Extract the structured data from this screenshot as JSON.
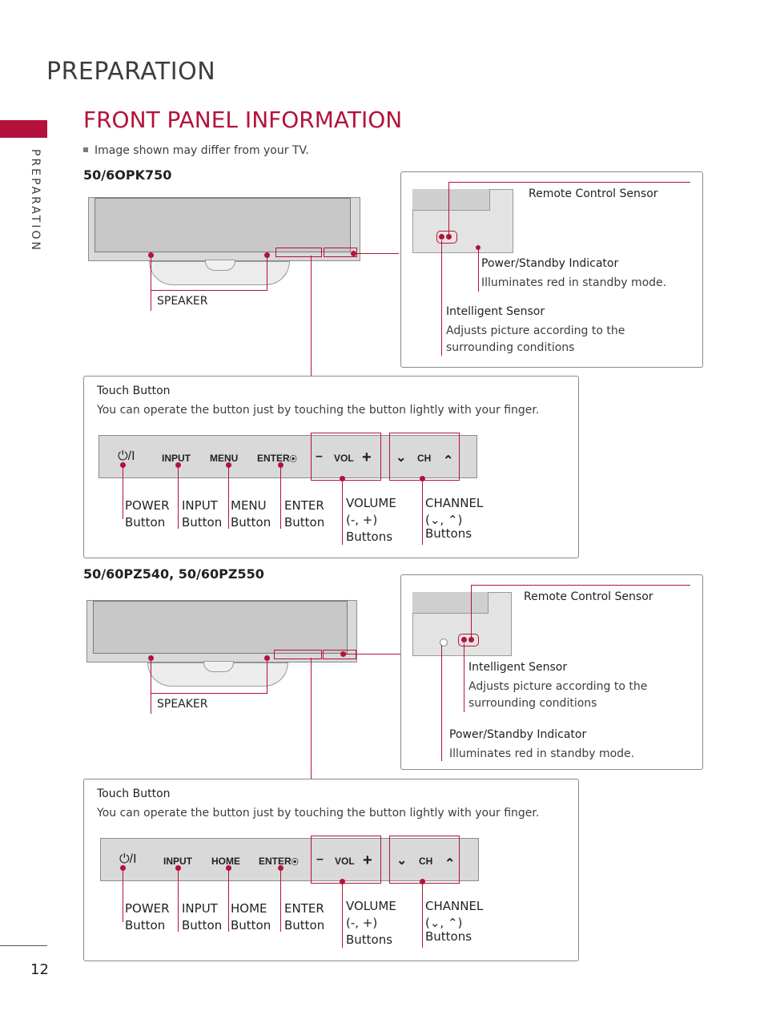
{
  "header": {
    "title": "PREPARATION",
    "side_label": "PREPARATION"
  },
  "section": {
    "title": "FRONT PANEL INFORMATION",
    "note": "Image shown may differ from your TV."
  },
  "model_a": {
    "name": "50/6OPK750",
    "speaker": "SPEAKER",
    "sensor_box": {
      "remote": "Remote Control Sensor",
      "power_title": "Power/Standby Indicator",
      "power_desc": "Illuminates red in standby mode.",
      "intel_title": "Intelligent Sensor",
      "intel_desc1": "Adjusts picture according to the",
      "intel_desc2": "surrounding conditions"
    },
    "touch": {
      "title": "Touch Button",
      "desc": "You can operate the button just by touching the button lightly with your finger.",
      "power_glyph": "⏻/I",
      "btn_input": "INPUT",
      "btn_menu": "MENU",
      "btn_enter": "ENTER",
      "vol_minus": "–",
      "vol": "VOL",
      "vol_plus": "+",
      "ch_down": "⌄",
      "ch": "CH",
      "ch_up": "⌃",
      "lbl_power1": "POWER",
      "lbl_power2": "Button",
      "lbl_input1": "INPUT",
      "lbl_input2": "Button",
      "lbl_menu1": "MENU",
      "lbl_menu2": "Button",
      "lbl_enter1": "ENTER",
      "lbl_enter2": "Button",
      "lbl_vol1": "VOLUME",
      "lbl_vol2": "(-, +)",
      "lbl_vol3": "Buttons",
      "lbl_ch1": "CHANNEL",
      "lbl_ch2": "(⌄, ⌃)",
      "lbl_ch3": "Buttons"
    }
  },
  "model_b": {
    "name": "50/60PZ540, 50/60PZ550",
    "speaker": "SPEAKER",
    "sensor_box": {
      "remote": "Remote Control Sensor",
      "intel_title": "Intelligent Sensor",
      "intel_desc1": "Adjusts picture according to the",
      "intel_desc2": "surrounding conditions",
      "power_title": "Power/Standby Indicator",
      "power_desc": "Illuminates red in standby mode."
    },
    "touch": {
      "title": "Touch Button",
      "desc": "You can operate the button just by touching the button lightly with your finger.",
      "power_glyph": "⏻/I",
      "btn_input": "INPUT",
      "btn_home": "HOME",
      "btn_enter": "ENTER",
      "vol_minus": "–",
      "vol": "VOL",
      "vol_plus": "+",
      "ch_down": "⌄",
      "ch": "CH",
      "ch_up": "⌃",
      "lbl_power1": "POWER",
      "lbl_power2": "Button",
      "lbl_input1": "INPUT",
      "lbl_input2": "Button",
      "lbl_home1": "HOME",
      "lbl_home2": "Button",
      "lbl_enter1": "ENTER",
      "lbl_enter2": "Button",
      "lbl_vol1": "VOLUME",
      "lbl_vol2": "(-, +)",
      "lbl_vol3": "Buttons",
      "lbl_ch1": "CHANNEL",
      "lbl_ch2": "(⌄, ⌃)",
      "lbl_ch3": "Buttons"
    }
  },
  "footer": {
    "page_number": "12"
  }
}
